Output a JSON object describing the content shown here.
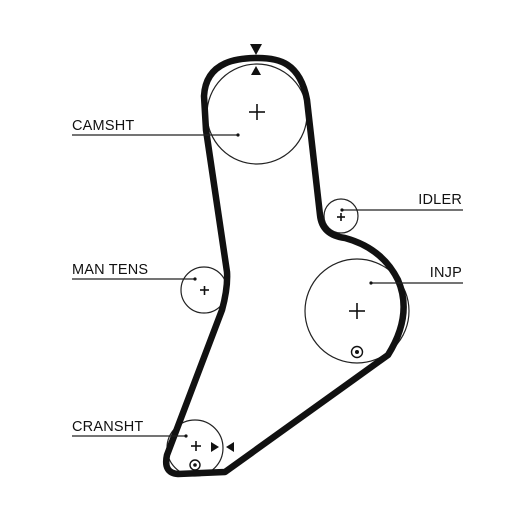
{
  "labels": {
    "camsht": "CAMSHT",
    "idler": "IDLER",
    "man_tens": "MAN TENS",
    "injp": "INJP",
    "cransht": "CRANSHT"
  },
  "colors": {
    "belt": "#111111",
    "pulley_outline": "#222222",
    "background": "#ffffff"
  },
  "icons": {
    "timing_mark": "triangle-marker-icon",
    "pulley_center": "plus-icon",
    "bolt_marker": "circle-dot-icon"
  }
}
